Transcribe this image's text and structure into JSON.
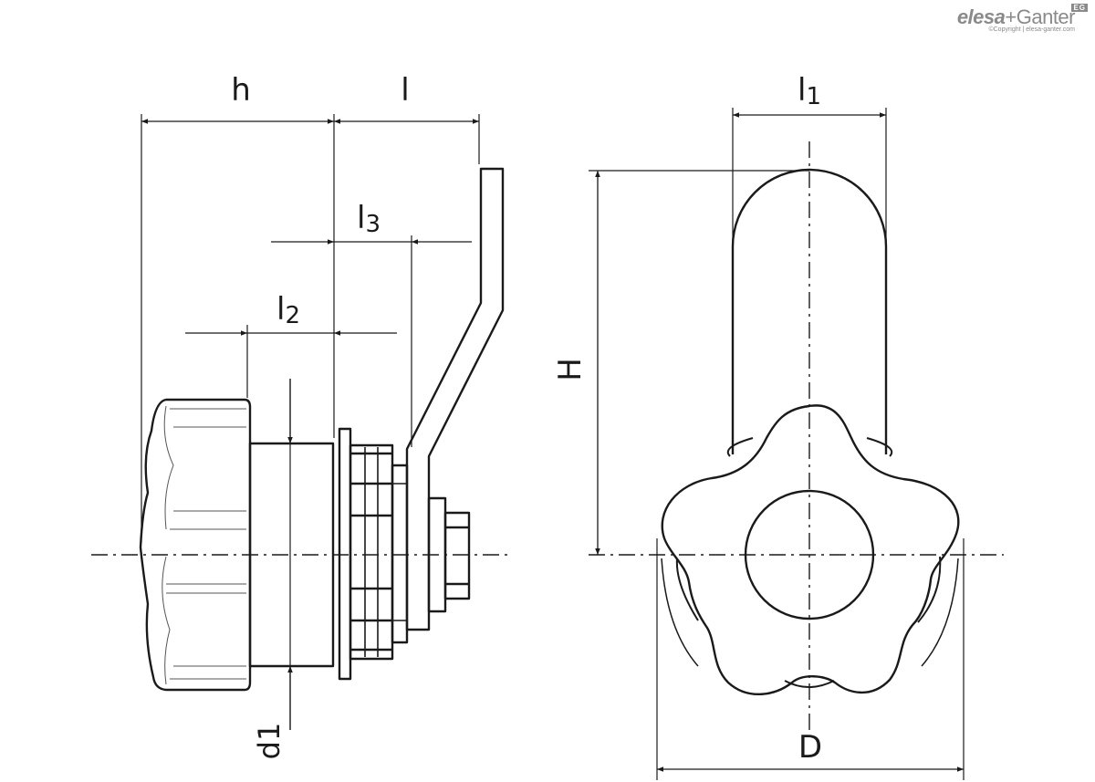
{
  "logo": {
    "brand": "elesa",
    "plus": "+",
    "partner": "Ganter",
    "copyright": "©Copyright | elesa-ganter.com",
    "badge": "EG"
  },
  "dimensions": {
    "h": "h",
    "l": "l",
    "l1": "l1",
    "l2": "l2",
    "l3": "l3",
    "d1": "d1",
    "H": "H",
    "D": "D"
  },
  "colors": {
    "line": "#1a1a1a",
    "logo": "#8a8a8a"
  }
}
